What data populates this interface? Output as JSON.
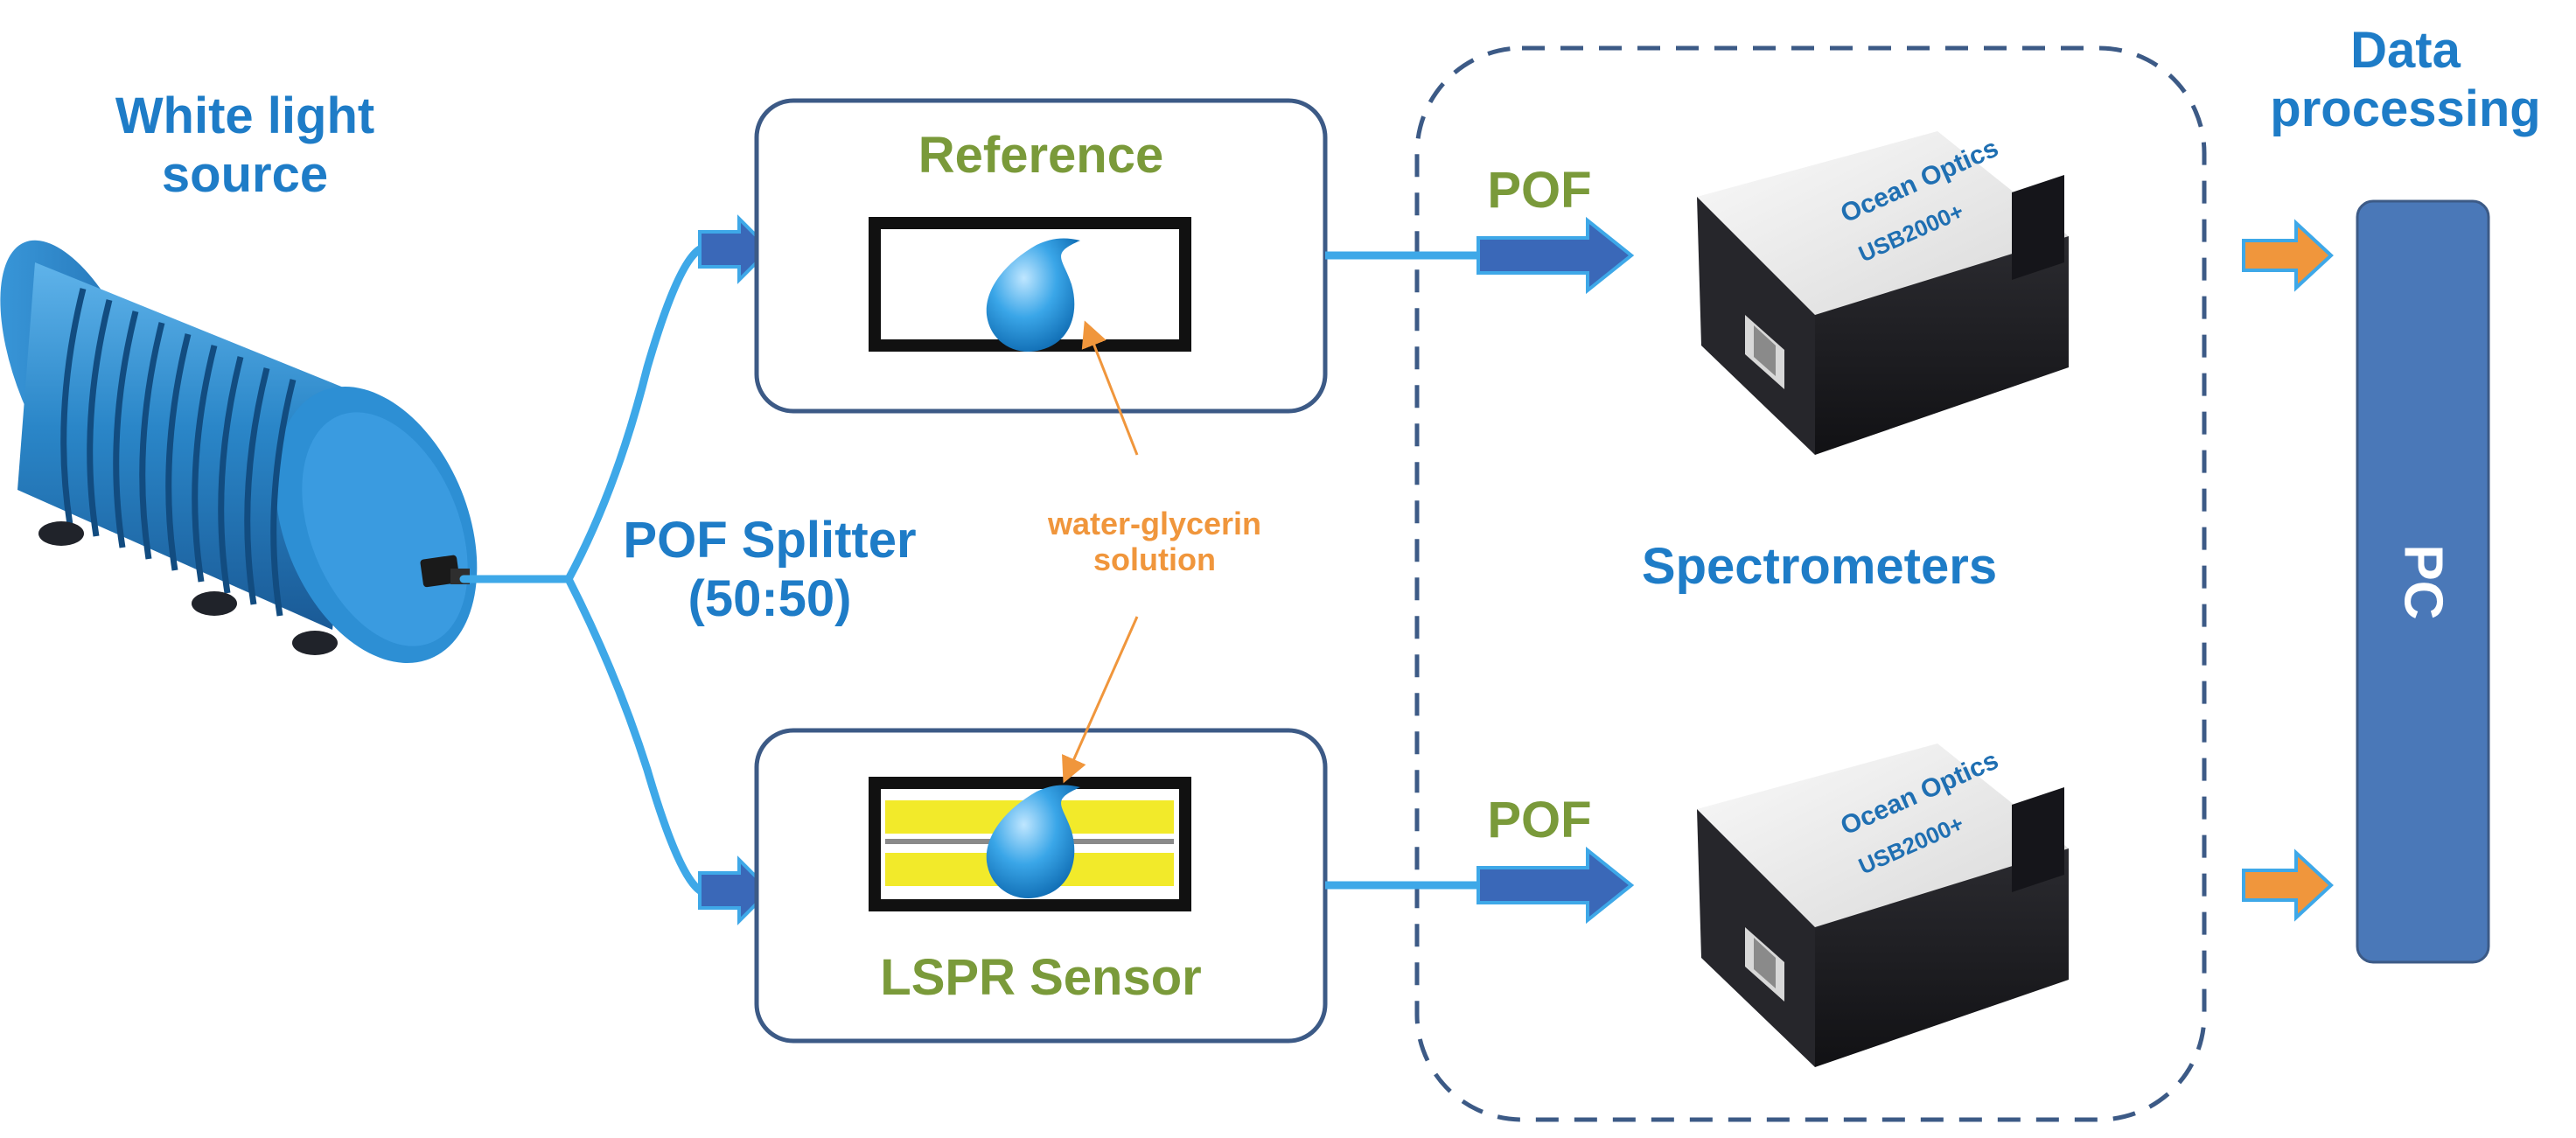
{
  "labels": {
    "light_source": "White light\nsource",
    "reference": "Reference",
    "lspr_sensor": "LSPR Sensor",
    "splitter": "POF Splitter\n(50:50)",
    "solution": "water-glycerin\nsolution",
    "pof_top": "POF",
    "pof_bottom": "POF",
    "spectrometers": "Spectrometers",
    "data_processing": "Data\nprocessing",
    "pc": "PC",
    "spectrometer_brand_top": "Ocean Optics",
    "spectrometer_model_top": "USB2000+",
    "spectrometer_brand_bottom": "Ocean Optics",
    "spectrometer_model_bottom": "USB2000+"
  },
  "colors": {
    "text_blue": "#1e7cc7",
    "text_green": "#7a9a3a",
    "text_orange": "#f0963c",
    "fiber_blue": "#3ea8e8",
    "arrow_fill": "#3a68b8",
    "box_border": "#3c5a86",
    "pc_fill": "#4a78b8",
    "light_source_blue": "#2a86c8",
    "spectrometer_dark": "#1e1e22"
  },
  "icons": [
    "light-source-device",
    "droplet-icon",
    "spectrometer-device",
    "orange-arrow-icon",
    "blue-arrow-icon"
  ]
}
